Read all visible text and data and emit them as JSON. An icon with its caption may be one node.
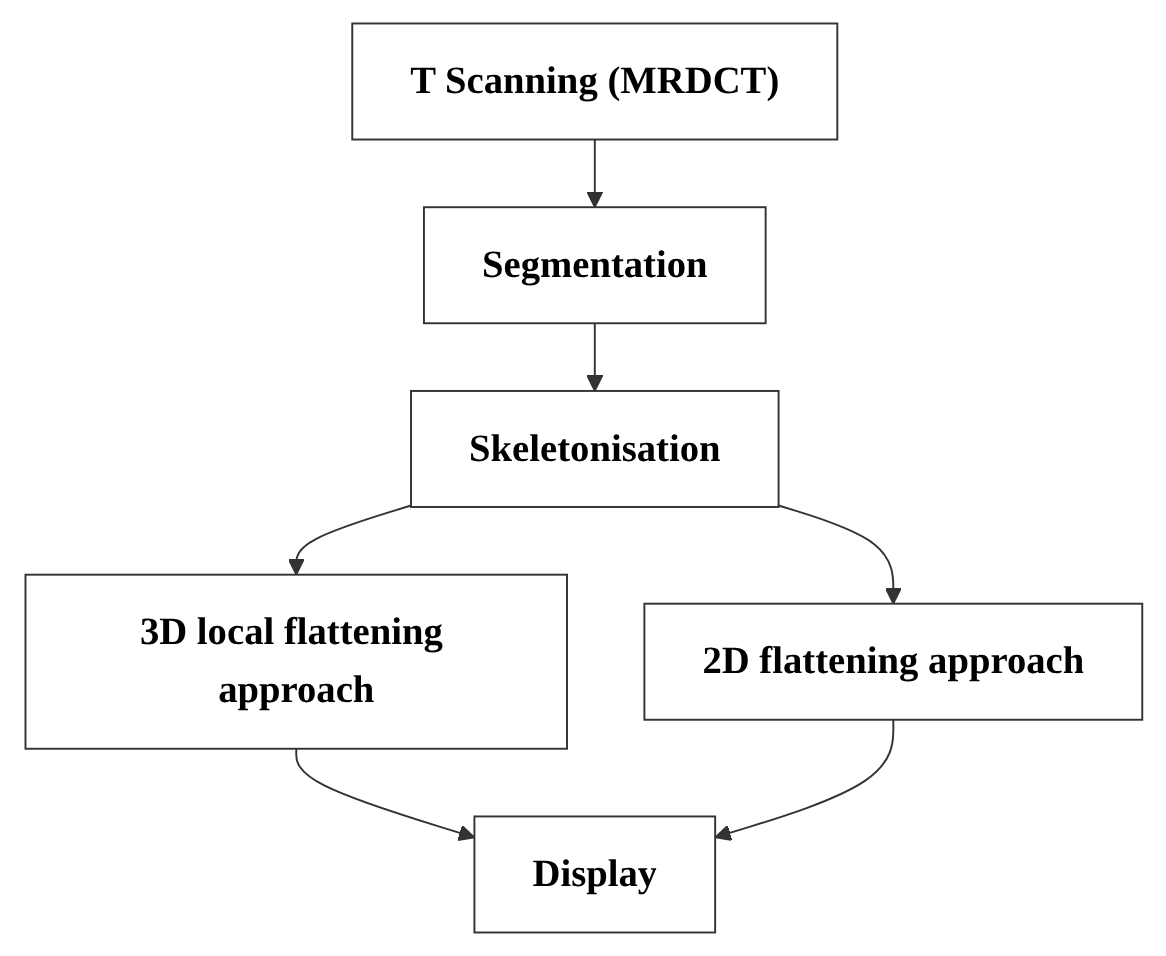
{
  "diagram": {
    "nodes": [
      {
        "text": [
          "T Scanning (MRDCT)"
        ]
      },
      {
        "text": [
          "Segmentation"
        ]
      },
      {
        "text": [
          "Skeletonisation"
        ]
      },
      {
        "text": [
          "3D local flattening approach"
        ]
      },
      {
        "text": [
          "2D flattening approach"
        ]
      },
      {
        "text": [
          "Display"
        ]
      }
    ],
    "edges": [
      {
        "from": 0,
        "to": 1,
        "arrow": "to"
      },
      {
        "from": 1,
        "to": 2,
        "arrow": "to"
      },
      {
        "from": 2,
        "to": 3,
        "arrow": "to"
      },
      {
        "from": 2,
        "to": 4,
        "arrow": "to"
      },
      {
        "from": 3,
        "to": 5,
        "arrow": "to"
      },
      {
        "from": 4,
        "to": 5,
        "arrow": "to"
      }
    ]
  }
}
